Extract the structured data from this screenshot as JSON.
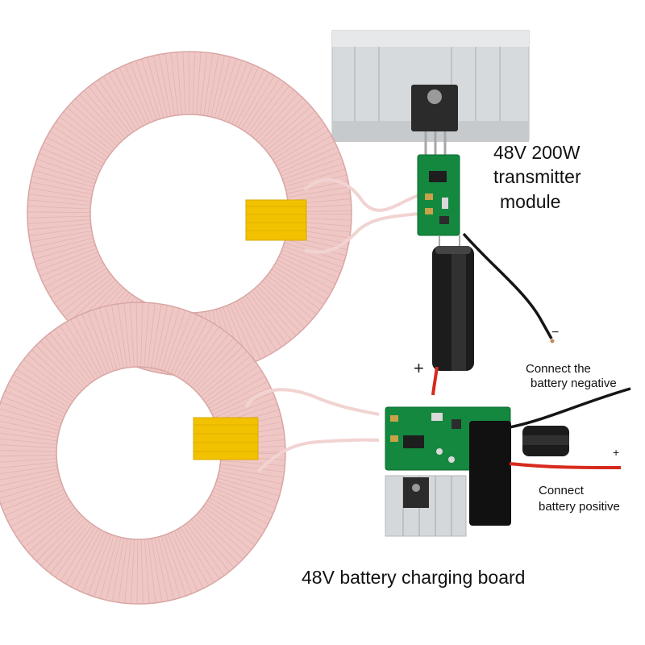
{
  "labels": {
    "transmitter": {
      "line1": "48V 200W",
      "line2": "transmitter",
      "line3": "module"
    },
    "negative": {
      "line1": "Connect the",
      "line2": "battery negative"
    },
    "positive": {
      "line1": "Connect",
      "line2": "battery positive"
    },
    "receiver": "48V battery charging board"
  },
  "signs": {
    "minus": "−",
    "plus": "+"
  },
  "colors": {
    "coil": "#efc8c6",
    "coil_dark": "#d9a6a4",
    "tape": "#f2c200",
    "pcb": "#14883f",
    "heatsink": "#d9dcde",
    "capacitor": "#1c1c1c",
    "wire_red": "#d72a1e",
    "wire_black": "#151515"
  },
  "icons": {
    "transmitter_coil": "coil-icon",
    "receiver_coil": "coil-icon",
    "transmitter_board": "pcb-icon",
    "receiver_board": "pcb-icon",
    "heatsink": "heatsink-icon",
    "capacitor": "capacitor-icon"
  }
}
